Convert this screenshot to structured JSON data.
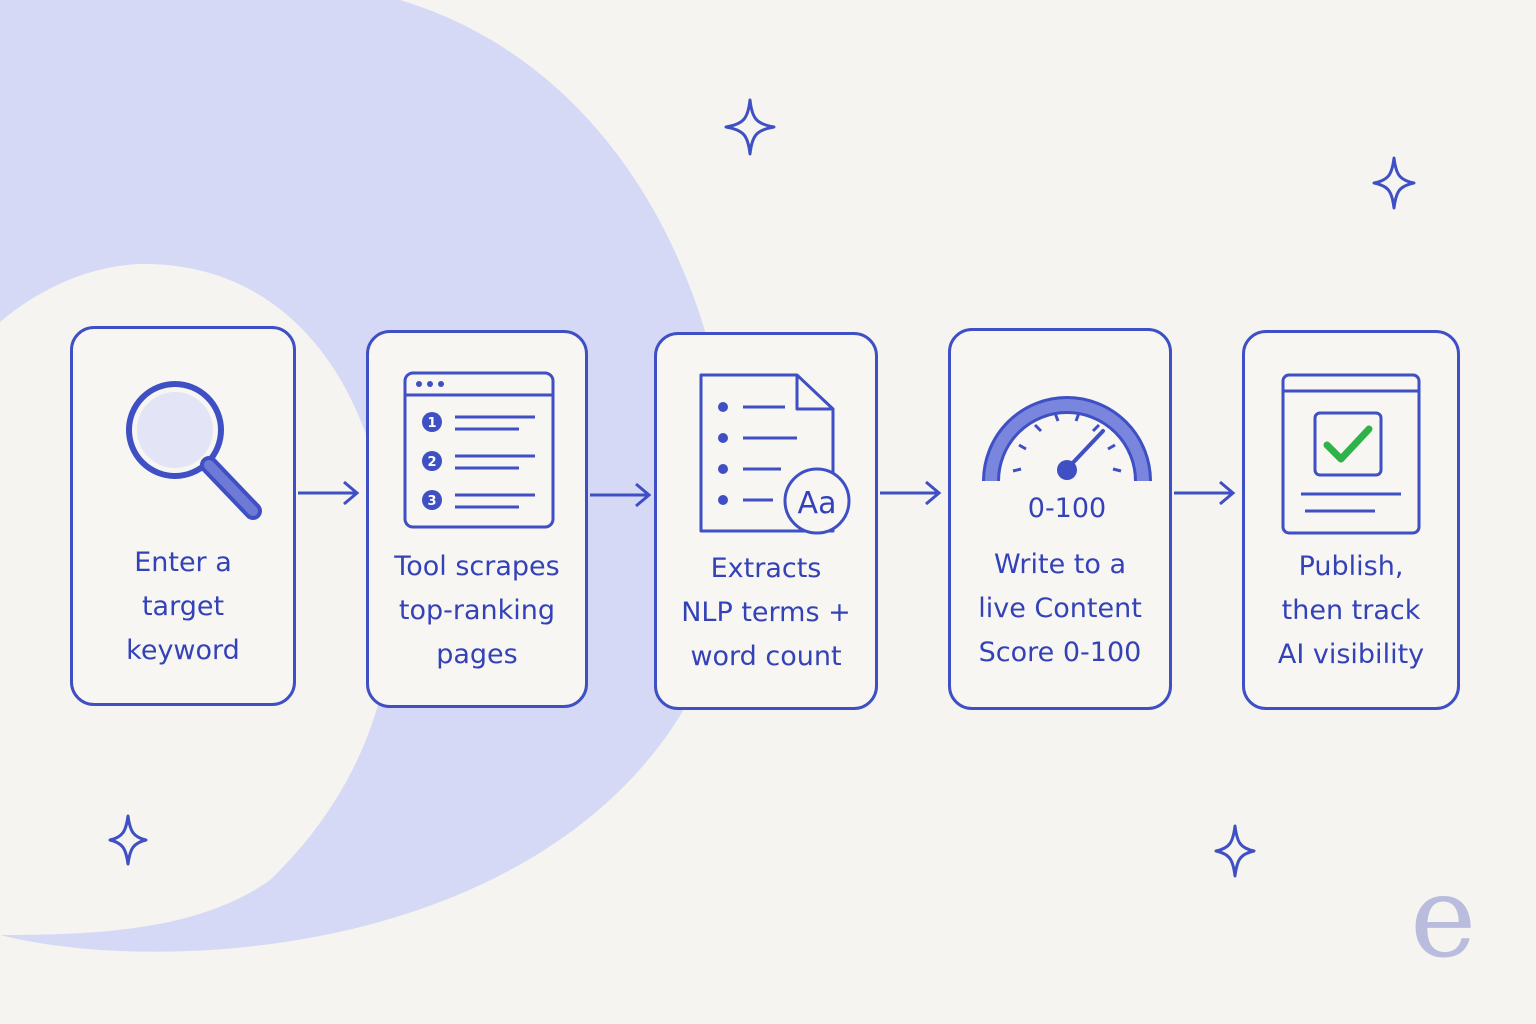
{
  "colors": {
    "background": "#f5f4f0",
    "accent_shape": "#d6d9f6",
    "stroke": "#3f4fc4",
    "text": "#3442b8",
    "check": "#2fb24a"
  },
  "steps": [
    {
      "icon": "magnifier-icon",
      "lines": [
        "Enter a",
        "target",
        "keyword"
      ]
    },
    {
      "icon": "ranked-list-icon",
      "lines": [
        "Tool scrapes",
        "top-ranking",
        "pages"
      ],
      "list_numbers": [
        "1",
        "2",
        "3"
      ]
    },
    {
      "icon": "document-terms-icon",
      "lines": [
        "Extracts",
        "NLP terms +",
        "word count"
      ],
      "badge": "Aa"
    },
    {
      "icon": "gauge-icon",
      "lines": [
        "Write to a",
        "live Content",
        "Score 0-100"
      ],
      "gauge_label": "0-100"
    },
    {
      "icon": "publish-check-icon",
      "lines": [
        "Publish,",
        "then track",
        "AI visibility"
      ]
    }
  ],
  "logo": "e"
}
